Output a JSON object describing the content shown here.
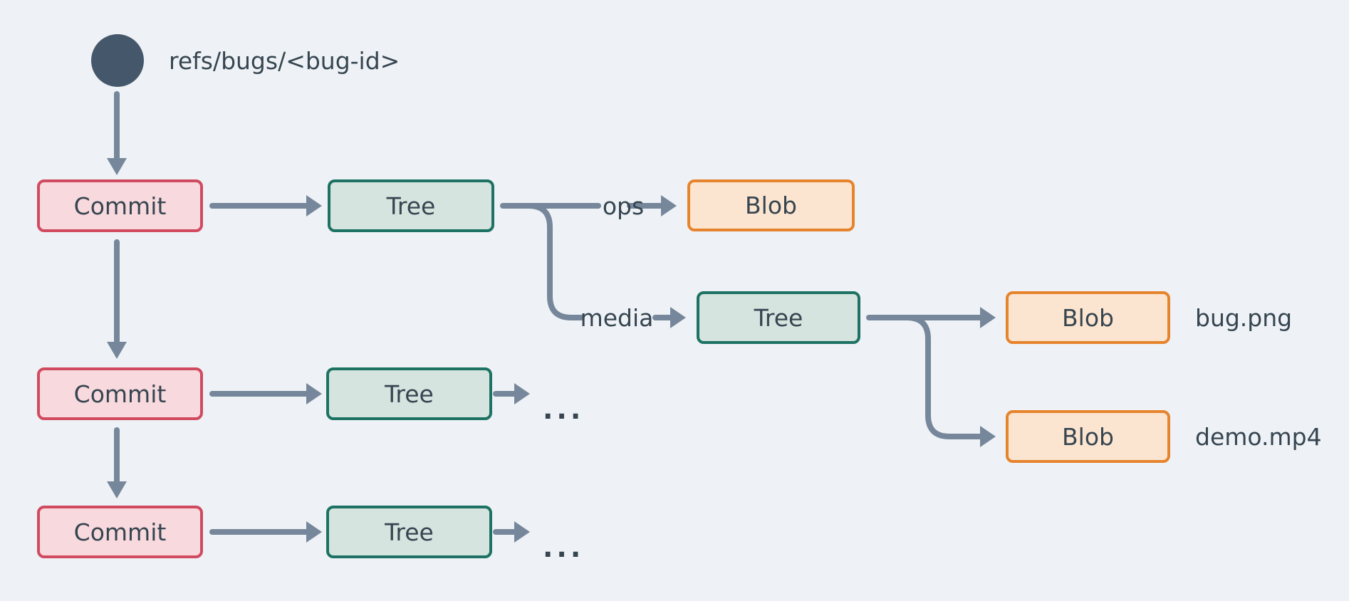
{
  "diagram": {
    "description": "Git object model for a bug: a ref pointing to a commit chain, each commit pointing to a tree; root tree has ops blob and media tree containing file blobs",
    "background_color": "#eef2f6",
    "colors": {
      "edge_line": "#76879b",
      "text": "#364550",
      "ref_dot_fill": "#45586b",
      "commit_fill": "#f8d9dd",
      "commit_border": "#d14b60",
      "tree_fill": "#d5e4de",
      "tree_border": "#1d7263",
      "blob_fill": "#fce5d0",
      "blob_border": "#e6842e"
    },
    "ref": {
      "label": "refs/bugs/<bug-id>"
    },
    "nodes": {
      "commit_1": {
        "type": "commit",
        "label": "Commit"
      },
      "commit_2": {
        "type": "commit",
        "label": "Commit"
      },
      "commit_3": {
        "type": "commit",
        "label": "Commit"
      },
      "tree_root": {
        "type": "tree",
        "label": "Tree"
      },
      "tree_media": {
        "type": "tree",
        "label": "Tree"
      },
      "tree_2": {
        "type": "tree",
        "label": "Tree"
      },
      "tree_3": {
        "type": "tree",
        "label": "Tree"
      },
      "blob_ops": {
        "type": "blob",
        "label": "Blob"
      },
      "blob_bug": {
        "type": "blob",
        "label": "Blob"
      },
      "blob_demo": {
        "type": "blob",
        "label": "Blob"
      }
    },
    "edge_labels": {
      "ops": "ops",
      "media": "media"
    },
    "file_labels": {
      "bug": "bug.png",
      "demo": "demo.mp4"
    },
    "ellipsis": {
      "row_2": "...",
      "row_3": "..."
    }
  }
}
